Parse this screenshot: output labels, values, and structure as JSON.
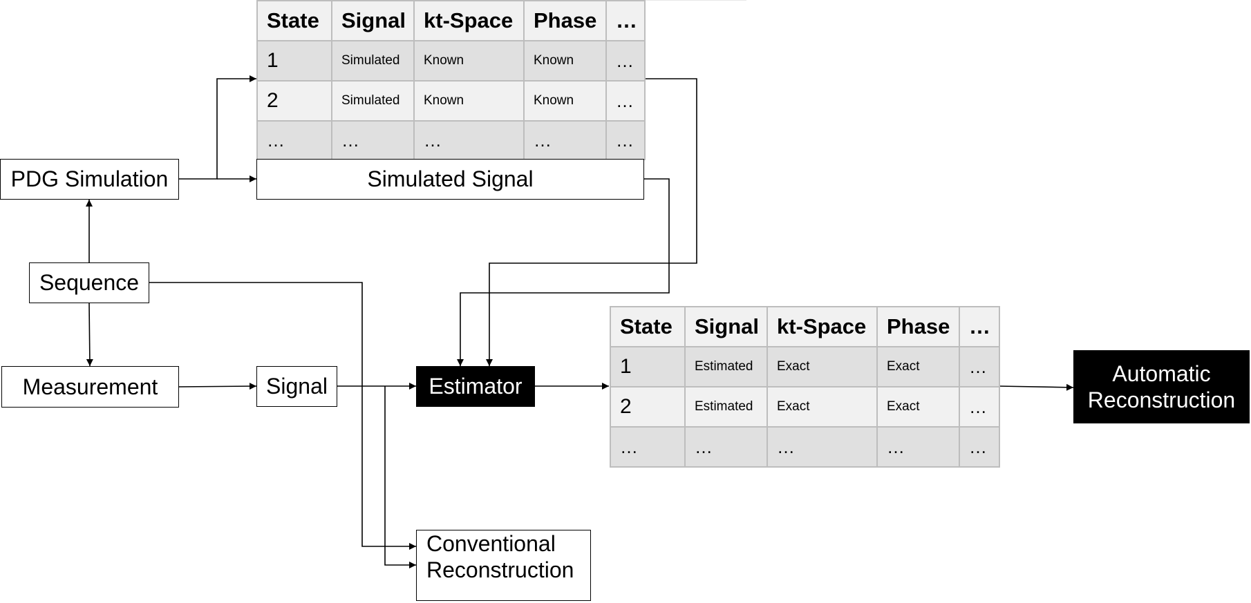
{
  "nodes": {
    "pdg_simulation": "PDG Simulation",
    "sequence": "Sequence",
    "measurement": "Measurement",
    "signal": "Signal",
    "simulated_signal": "Simulated Signal",
    "estimator": "Estimator",
    "automatic_reconstruction": [
      "Automatic",
      "Reconstruction"
    ],
    "conventional_reconstruction": [
      "Conventional",
      "Reconstruction"
    ]
  },
  "simulated_table": {
    "headers": [
      "State",
      "Signal",
      "kt-Space",
      "Phase",
      "…"
    ],
    "rows": [
      [
        "1",
        "Simulated",
        "Known",
        "Known",
        "…"
      ],
      [
        "2",
        "Simulated",
        "Known",
        "Known",
        "…"
      ],
      [
        "…",
        "…",
        "…",
        "…",
        "…"
      ]
    ]
  },
  "estimated_table": {
    "headers": [
      "State",
      "Signal",
      "kt-Space",
      "Phase",
      "…"
    ],
    "rows": [
      [
        "1",
        "Estimated",
        "Exact",
        "Exact",
        "…"
      ],
      [
        "2",
        "Estimated",
        "Exact",
        "Exact",
        "…"
      ],
      [
        "…",
        "…",
        "…",
        "…",
        "…"
      ]
    ]
  },
  "colors": {
    "dark_node": "#000000",
    "table_border": "#bdbdbd",
    "row_dark": "#e0e0e0",
    "row_light": "#f1f1f1"
  }
}
